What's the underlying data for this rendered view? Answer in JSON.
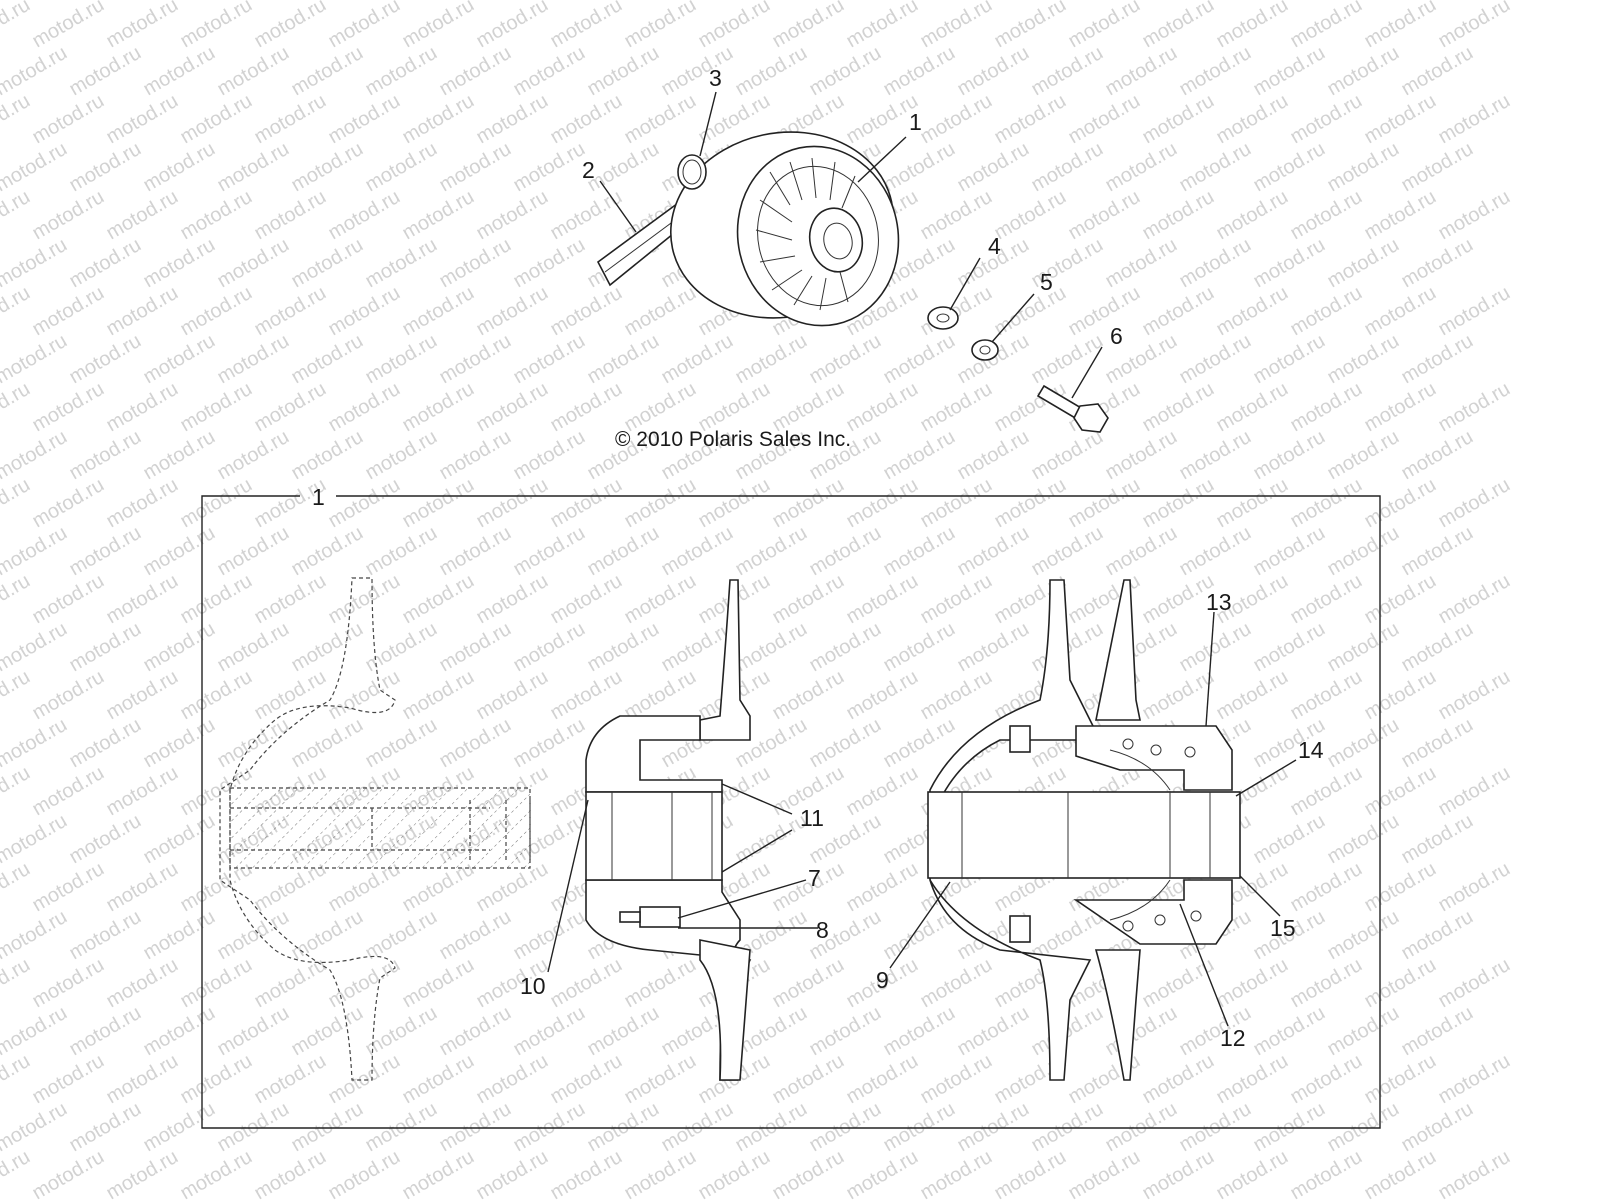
{
  "watermark": "motod.ru",
  "copyright": "© 2010 Polaris Sales Inc.",
  "callouts": {
    "c1": "1",
    "c2": "2",
    "c3": "3",
    "c4": "4",
    "c5": "5",
    "c6": "6",
    "c7": "7",
    "c8": "8",
    "c9": "9",
    "c10": "10",
    "c11": "11",
    "c12": "12",
    "c13": "13",
    "c14": "14",
    "c15": "15",
    "frame1": "1"
  },
  "colors": {
    "line": "#222222",
    "hatch": "#333333",
    "watermark": "#d2d2d2"
  }
}
